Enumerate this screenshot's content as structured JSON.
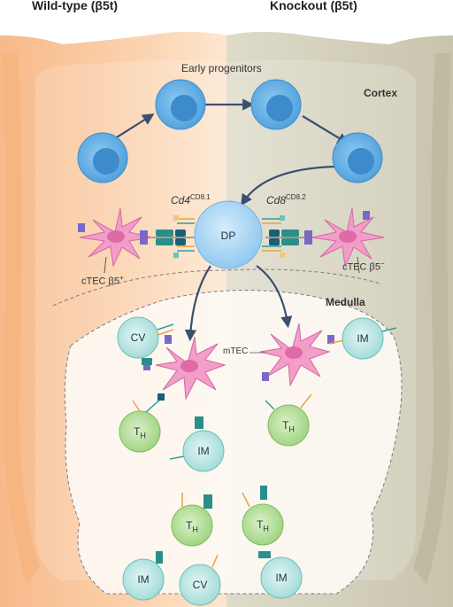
{
  "headers": {
    "left": "Wild-type (β5t)",
    "right": "Knockout (β5t)"
  },
  "regions": {
    "cortex": "Cortex",
    "medulla": "Medulla"
  },
  "labels": {
    "early_progenitors": "Early progenitors",
    "dp": "DP",
    "cd4": "Cd4",
    "cd4_sup": "CD8.1",
    "cd8": "Cd8",
    "cd8_sup": "CD8.2",
    "ctec_left": "cTEC β5",
    "ctec_left_sup": "+",
    "ctec_right": "cTEC β5",
    "ctec_right_sup": "−",
    "mtec": "mTEC"
  },
  "cells": {
    "cv_top": "CV",
    "im_right_top": "IM",
    "th_left": "T",
    "th_sub": "H",
    "im_left": "IM",
    "th_right": "T",
    "th_bottom_left": "T",
    "th_bottom_right": "T",
    "im_bottom_left": "IM",
    "cv_bottom": "CV",
    "im_bottom_right": "IM"
  },
  "colors": {
    "wild_type_bg": "#f9c99a",
    "knockout_bg": "#d4d0bd",
    "progenitor": "#6fb4e8",
    "dp_cell": "#a9d6f5",
    "mature_cell": "#c6ece9",
    "helper_cell": "#bfe3a6",
    "tec": "#f28cc0",
    "arrow": "#3b4f6e"
  }
}
